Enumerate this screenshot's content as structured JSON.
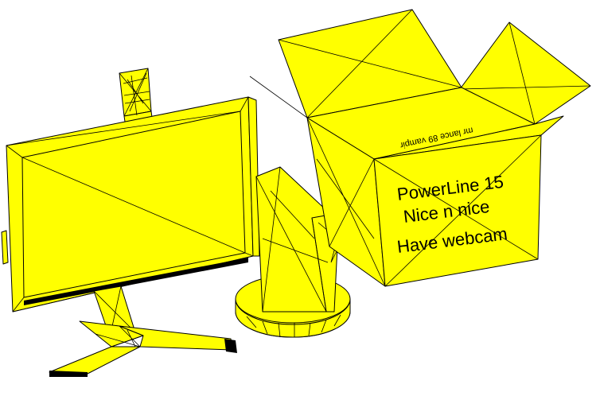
{
  "scene": {
    "fill_color": "#ffff00",
    "line_color": "#000000",
    "background": "#ffffff"
  },
  "box": {
    "label_lines": [
      "PowerLine 15",
      "Nice n nice",
      "Have webcam"
    ],
    "inner_text": "mr lance 89 vampir"
  }
}
